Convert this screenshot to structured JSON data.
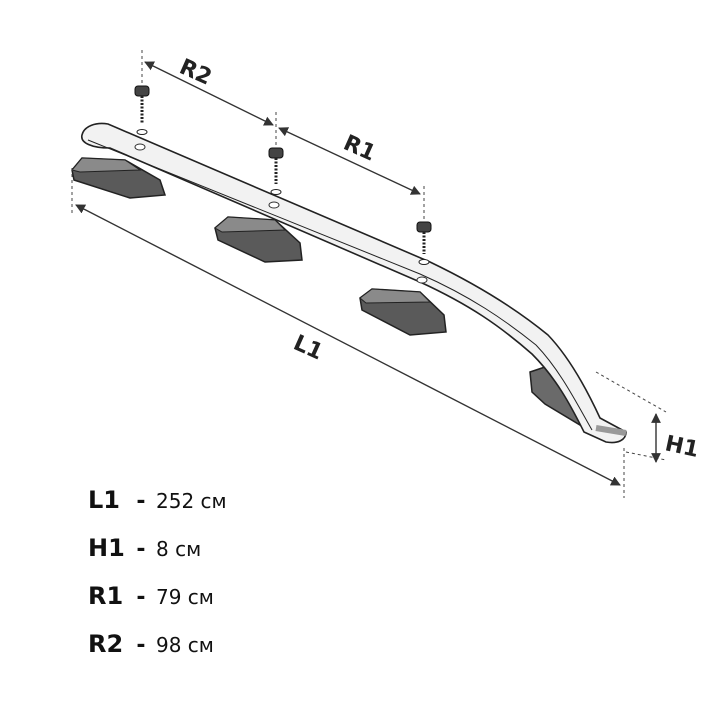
{
  "dimensions": {
    "L1": "L1",
    "H1": "H1",
    "R1": "R1",
    "R2": "R2"
  },
  "specs": [
    {
      "code": "L1",
      "sep": "-",
      "value": "252 см"
    },
    {
      "code": "H1",
      "sep": "-",
      "value": "8 см"
    },
    {
      "code": "R1",
      "sep": "-",
      "value": "79 см"
    },
    {
      "code": "R2",
      "sep": "-",
      "value": "98 см"
    }
  ]
}
